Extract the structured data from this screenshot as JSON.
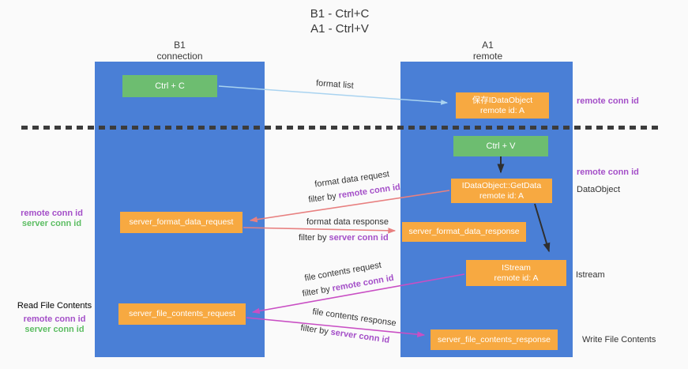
{
  "title": {
    "line1": "B1 - Ctrl+C",
    "line2": "A1 - Ctrl+V"
  },
  "lanes": {
    "left": {
      "title": "B1",
      "subtitle": "connection"
    },
    "right": {
      "title": "A1",
      "subtitle": "remote"
    }
  },
  "nodes": {
    "ctrl_c": {
      "label": "Ctrl + C"
    },
    "ctrl_v": {
      "label": "Ctrl + V"
    },
    "save_idataobject": {
      "line1": "保存IDataObject",
      "line2": "remote id: A"
    },
    "getdata": {
      "line1": "IDataObject::GetData",
      "line2": "remote id: A"
    },
    "istream": {
      "line1": "IStream",
      "line2": "remote id: A"
    },
    "server_format_data_request": {
      "label": "server_format_data_request"
    },
    "server_format_data_response": {
      "label": "server_format_data_response"
    },
    "server_file_contents_request": {
      "label": "server_file_contents_request"
    },
    "server_file_contents_response": {
      "label": "server_file_contents_response"
    }
  },
  "edge_labels": {
    "format_list": "format list",
    "format_data_request": "format data request",
    "format_data_response": "format data response",
    "file_contents_request": "file contents request",
    "file_contents_response": "file contents response",
    "filter_by": "filter by"
  },
  "shared": {
    "remote_conn_id": "remote conn id",
    "server_conn_id": "server conn id"
  },
  "margin_labels": {
    "left_format": {
      "line1": "remote conn id",
      "line2": "server conn id"
    },
    "left_file": {
      "title": "Read File Contents",
      "line1": "remote conn id",
      "line2": "server conn id"
    },
    "right_top": "remote conn id",
    "right_dataobject_conn": "remote conn id",
    "right_dataobject": "DataObject",
    "right_istream": "Istream",
    "right_write": "Write File Contents"
  },
  "colors": {
    "lane_blue": "#4a7fd6",
    "node_green": "#6dbd70",
    "node_orange": "#f7a941",
    "arrow_red": "#e88080",
    "arrow_magenta": "#c94fc4",
    "arrow_light_blue": "#a9d3f0",
    "arrow_black": "#2f2f2f",
    "label_purple": "#a44fc8",
    "label_green": "#5cbd62",
    "text_dark": "#3a3a3a",
    "background": "#fafafa"
  }
}
